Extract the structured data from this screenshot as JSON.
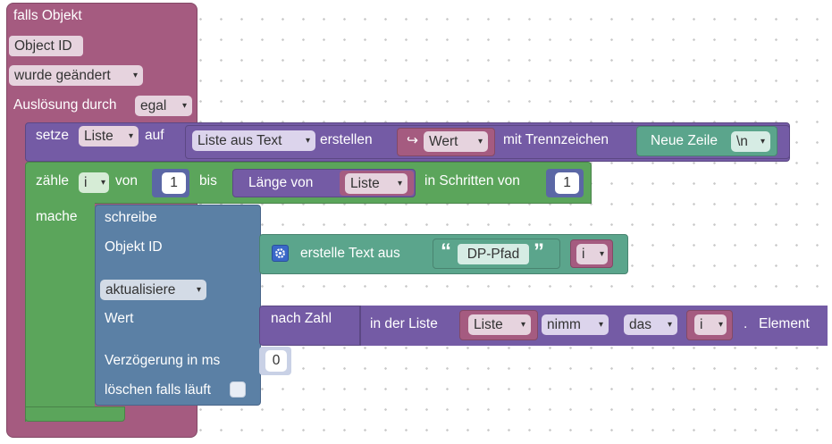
{
  "colors": {
    "event": "#a55b80",
    "event_dark": "#834966",
    "list": "#745ba5",
    "list_dark": "#5c4884",
    "loop": "#5ba55b",
    "loop_dark": "#498449",
    "text": "#5ba58c",
    "io": "#5b80a5",
    "field_light": "#e6d3de",
    "field_list": "#dcd4ec"
  },
  "event_block": {
    "title": "falls Objekt",
    "object_id": "Object ID",
    "trigger": "wurde geändert",
    "trigger_by_label": "Auslösung durch",
    "trigger_by_value": "egal"
  },
  "set_block": {
    "label_set": "setze",
    "var": "Liste",
    "label_to": "auf",
    "list_mode": "Liste aus Text",
    "label_create": "erstellen",
    "arrow_glyph": "↪",
    "value_var": "Wert",
    "label_delim": "mit Trennzeichen",
    "newline_label": "Neue Zeile",
    "newline_value": "\\n"
  },
  "loop_block": {
    "label_count": "zähle",
    "var": "i",
    "label_from": "von",
    "from": "1",
    "label_to": "bis",
    "length_label": "Länge von",
    "length_var": "Liste",
    "label_step": "in Schritten von",
    "step": "1",
    "label_do": "mache"
  },
  "write_block": {
    "title": "schreibe",
    "object_id_label": "Objekt ID",
    "gear_icon": "gear-icon",
    "create_text_label": "erstelle Text aus",
    "quote_open": "“",
    "text_value": "DP-Pfad",
    "quote_close": "”",
    "index_var": "i",
    "mode": "aktualisiere",
    "value_label": "Wert",
    "to_number": "nach Zahl",
    "in_list": "in der Liste",
    "list_var": "Liste",
    "take": "nimm",
    "which": "das",
    "idx": "i",
    "dot": ".",
    "element": "Element",
    "delay_label": "Verzögerung in ms",
    "delay_value": "0",
    "clear_label": "löschen falls läuft"
  },
  "arrow": "▾"
}
